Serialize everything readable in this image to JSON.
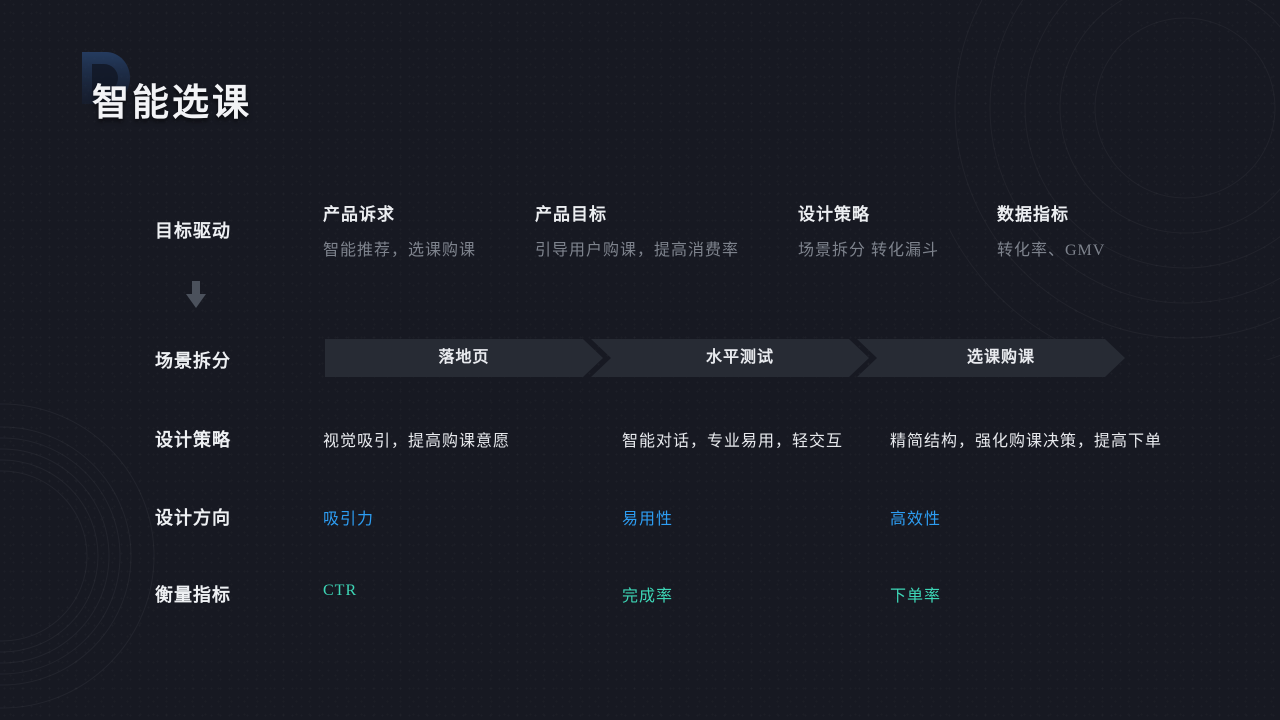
{
  "page": {
    "title": "智能选课",
    "background_color": "#171922",
    "accent_blue": "#2d9df2",
    "accent_teal": "#3dd6b6",
    "ribbon_color": "#272b34",
    "logo_icon": "d-mark-logo"
  },
  "goal_row": {
    "label": "目标驱动",
    "arrow_icon": "down-arrow",
    "columns": [
      {
        "title": "产品诉求",
        "desc": "智能推荐，选课购课"
      },
      {
        "title": "产品目标",
        "desc": "引导用户购课，提高消费率"
      },
      {
        "title": "设计策略",
        "desc": "场景拆分 转化漏斗"
      },
      {
        "title": "数据指标",
        "desc": "转化率、GMV"
      }
    ]
  },
  "scene_row": {
    "label": "场景拆分",
    "stages": [
      "落地页",
      "水平测试",
      "选课购课"
    ]
  },
  "strategy_row": {
    "label": "设计策略",
    "values": [
      "视觉吸引，提高购课意愿",
      "智能对话，专业易用，轻交互",
      "精简结构，强化购课决策，提高下单"
    ]
  },
  "direction_row": {
    "label": "设计方向",
    "values": [
      "吸引力",
      "易用性",
      "高效性"
    ]
  },
  "metrics_row": {
    "label": "衡量指标",
    "values": [
      "CTR",
      "完成率",
      "下单率"
    ]
  }
}
